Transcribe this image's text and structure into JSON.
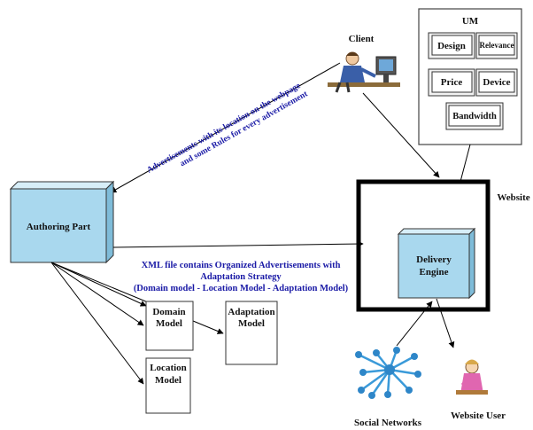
{
  "client": {
    "label": "Client"
  },
  "um": {
    "title": "UM",
    "boxes": [
      "Design",
      "Relevance",
      "Price",
      "Device",
      "Bandwidth"
    ]
  },
  "website": {
    "label": "Website"
  },
  "delivery_engine": {
    "line1": "Delivery",
    "line2": "Engine"
  },
  "authoring": {
    "label": "Authoring Part"
  },
  "ads_text": {
    "line1": "Advertisements with its location on the webpage",
    "line2": "and some Rules for every advertisement"
  },
  "xml_text": {
    "line1": "XML file contains Organized Advertisements with",
    "line2": "Adaptation Strategy",
    "line3": "(Domain model - Location Model - Adaptation Model)"
  },
  "models": {
    "domain": {
      "line1": "Domain",
      "line2": "Model"
    },
    "adaptation": {
      "line1": "Adaptation",
      "line2": "Model"
    },
    "location": {
      "line1": "Location",
      "line2": "Model"
    }
  },
  "social": {
    "label": "Social Networks"
  },
  "website_user": {
    "label": "Website User"
  },
  "colors": {
    "box_fill": "#a9d8ee",
    "box_side": "#7fbcd9",
    "text_blue": "#1a1aa6"
  }
}
